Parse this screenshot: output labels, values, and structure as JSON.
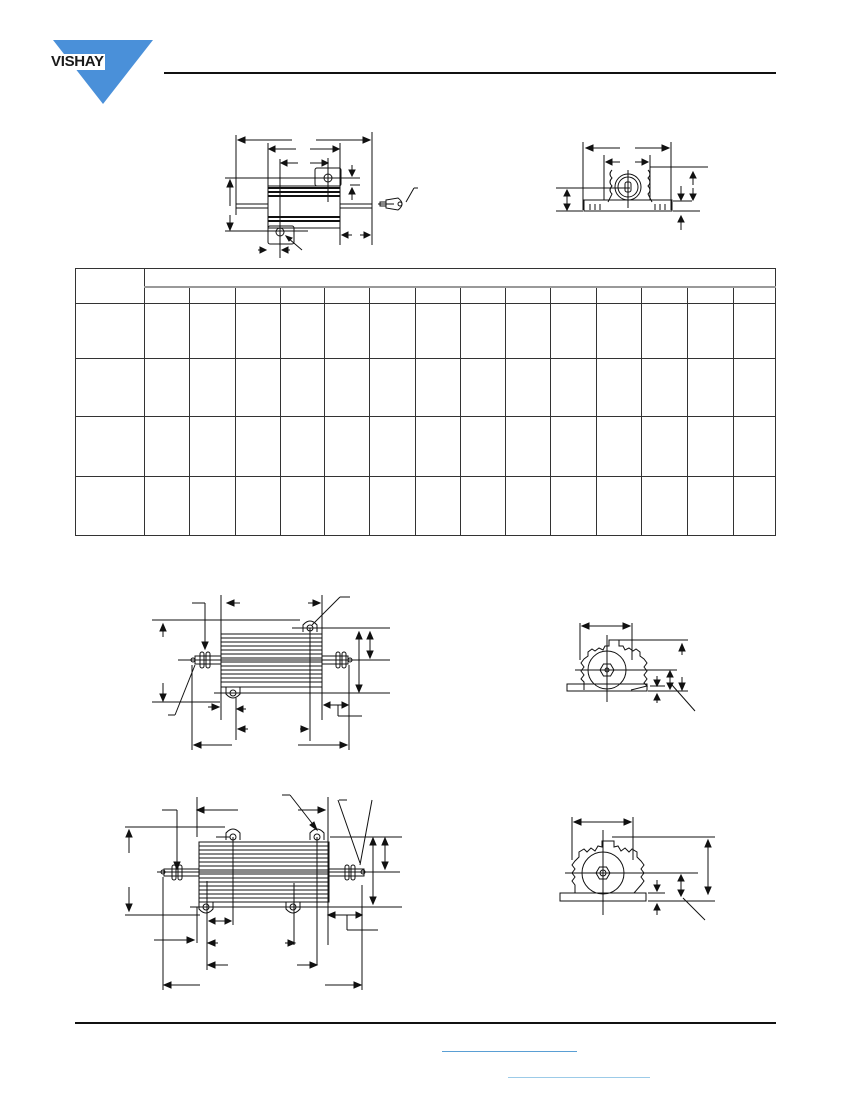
{
  "header": {
    "brand": "VISHAY",
    "brand_color": "#4a90d9",
    "rule_color": "#111111"
  },
  "figures": [
    {
      "id": "fig-top-side",
      "label": ""
    },
    {
      "id": "fig-top-end",
      "label": ""
    },
    {
      "id": "fig-mid-side",
      "label": ""
    },
    {
      "id": "fig-mid-end",
      "label": ""
    },
    {
      "id": "fig-bottom-side",
      "label": ""
    },
    {
      "id": "fig-bottom-end",
      "label": ""
    }
  ],
  "table": {
    "columns": 15,
    "rows": 4,
    "header_cells": [
      "",
      "",
      "",
      "",
      "",
      "",
      "",
      "",
      "",
      "",
      "",
      "",
      "",
      "",
      ""
    ],
    "body": [
      [
        "",
        "",
        "",
        "",
        "",
        "",
        "",
        "",
        "",
        "",
        "",
        "",
        "",
        "",
        ""
      ],
      [
        "",
        "",
        "",
        "",
        "",
        "",
        "",
        "",
        "",
        "",
        "",
        "",
        "",
        "",
        ""
      ],
      [
        "",
        "",
        "",
        "",
        "",
        "",
        "",
        "",
        "",
        "",
        "",
        "",
        "",
        "",
        ""
      ],
      [
        "",
        "",
        "",
        "",
        "",
        "",
        "",
        "",
        "",
        "",
        "",
        "",
        "",
        "",
        ""
      ]
    ]
  },
  "footer": {
    "links": [
      {
        "text": "",
        "color": "#5a9fd4"
      },
      {
        "text": "",
        "color": "#9ccbe8"
      }
    ]
  }
}
